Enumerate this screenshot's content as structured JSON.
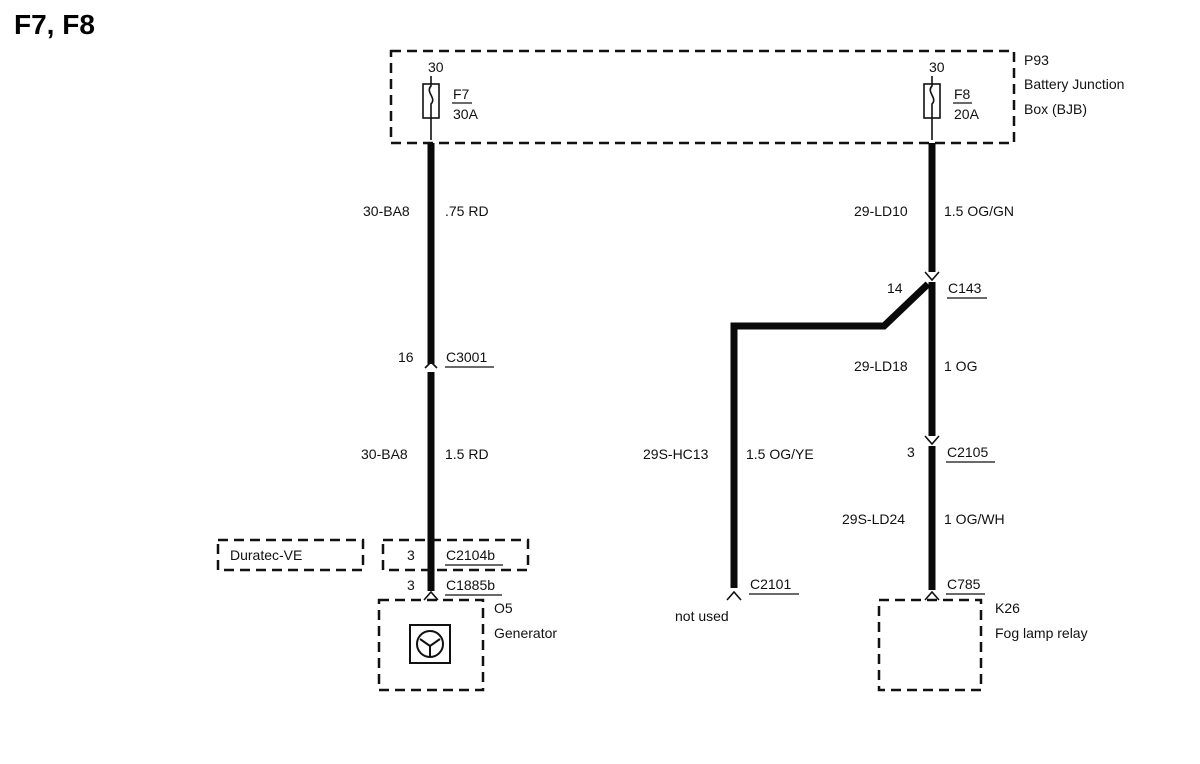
{
  "title": "F7, F8",
  "bjb": {
    "ref": "P93",
    "name_line1": "Battery Junction",
    "name_line2": "Box (BJB)"
  },
  "fuses": [
    {
      "pin": "30",
      "id": "F7",
      "rating": "30A"
    },
    {
      "pin": "30",
      "id": "F8",
      "rating": "20A"
    }
  ],
  "left_circuit": {
    "wire1": {
      "circuit": "30-BA8",
      "spec": ".75 RD"
    },
    "connector1": {
      "pin": "16",
      "name": "C3001"
    },
    "wire2": {
      "circuit": "30-BA8",
      "spec": "1.5 RD"
    },
    "variant_label": "Duratec-VE",
    "connector2": {
      "pin": "3",
      "name": "C2104b"
    },
    "connector3": {
      "pin": "3",
      "name": "C1885b"
    },
    "component": {
      "ref": "O5",
      "name": "Generator"
    }
  },
  "middle_circuit": {
    "wire": {
      "circuit": "29S-HC13",
      "spec": "1.5 OG/YE"
    },
    "connector": {
      "name": "C2101"
    },
    "note": "not used"
  },
  "right_circuit": {
    "wire1": {
      "circuit": "29-LD10",
      "spec": "1.5 OG/GN"
    },
    "connector1": {
      "pin": "14",
      "name": "C143"
    },
    "wire2": {
      "circuit": "29-LD18",
      "spec": "1 OG"
    },
    "connector2": {
      "pin": "3",
      "name": "C2105"
    },
    "wire3": {
      "circuit": "29S-LD24",
      "spec": "1 OG/WH"
    },
    "connector3": {
      "name": "C785"
    },
    "component": {
      "ref": "K26",
      "name": "Fog lamp relay"
    }
  }
}
